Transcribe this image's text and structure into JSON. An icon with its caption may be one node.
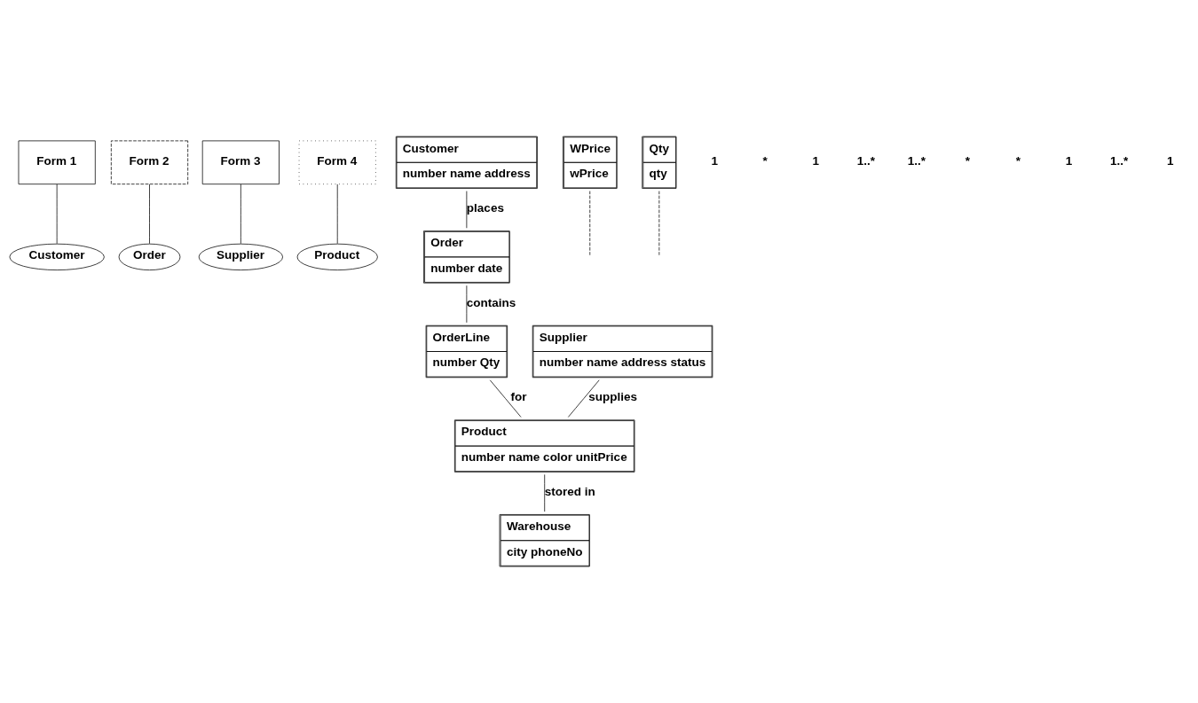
{
  "diagram": {
    "nodes": [
      {
        "text": [
          "Form 1"
        ]
      },
      {
        "text": [
          "Form 2"
        ]
      },
      {
        "text": [
          "Form 3"
        ]
      },
      {
        "text": [
          "Form 4"
        ]
      },
      {
        "text": [
          "Customer",
          "number name address"
        ]
      },
      {
        "text": [
          "Order",
          "number date"
        ]
      },
      {
        "text": [
          "OrderLine",
          "number Qty"
        ]
      },
      {
        "text": [
          "Supplier",
          "number name address status"
        ]
      },
      {
        "text": [
          "WPrice",
          "wPrice"
        ]
      },
      {
        "text": [
          "Product",
          "number name color unitPrice"
        ]
      },
      {
        "text": [
          "Qty",
          "qty"
        ]
      },
      {
        "text": [
          "Warehouse",
          "city phoneNo"
        ]
      },
      {
        "text": [
          "Customer"
        ]
      },
      {
        "text": [
          "Order"
        ]
      },
      {
        "text": [
          "Supplier"
        ]
      },
      {
        "text": [
          "Product"
        ]
      }
    ],
    "edges": [
      {
        "from": 4,
        "to": 5,
        "arrow": "none",
        "label": "places"
      },
      {
        "from": 5,
        "to": 6,
        "arrow": "none",
        "label": "contains"
      },
      {
        "from": 6,
        "to": 9,
        "arrow": "none",
        "label": "for"
      },
      {
        "from": 7,
        "to": 9,
        "arrow": "none",
        "label": "supplies"
      },
      {
        "from": 9,
        "to": 11,
        "arrow": "none",
        "label": "stored in"
      },
      {
        "from": 8,
        "to": null,
        "arrow": "none",
        "style": "dashed"
      },
      {
        "from": 10,
        "to": null,
        "arrow": "none",
        "style": "dashed"
      },
      {
        "from": 0,
        "to": 12,
        "arrow": "none"
      },
      {
        "from": 1,
        "to": 13,
        "arrow": "none"
      },
      {
        "from": 2,
        "to": 14,
        "arrow": "none"
      },
      {
        "from": 3,
        "to": 15,
        "arrow": "none"
      }
    ],
    "labels": [
      "1",
      "*",
      "1",
      "1..*",
      "1..*",
      "*",
      "*",
      "1",
      "1..*",
      "1"
    ]
  }
}
